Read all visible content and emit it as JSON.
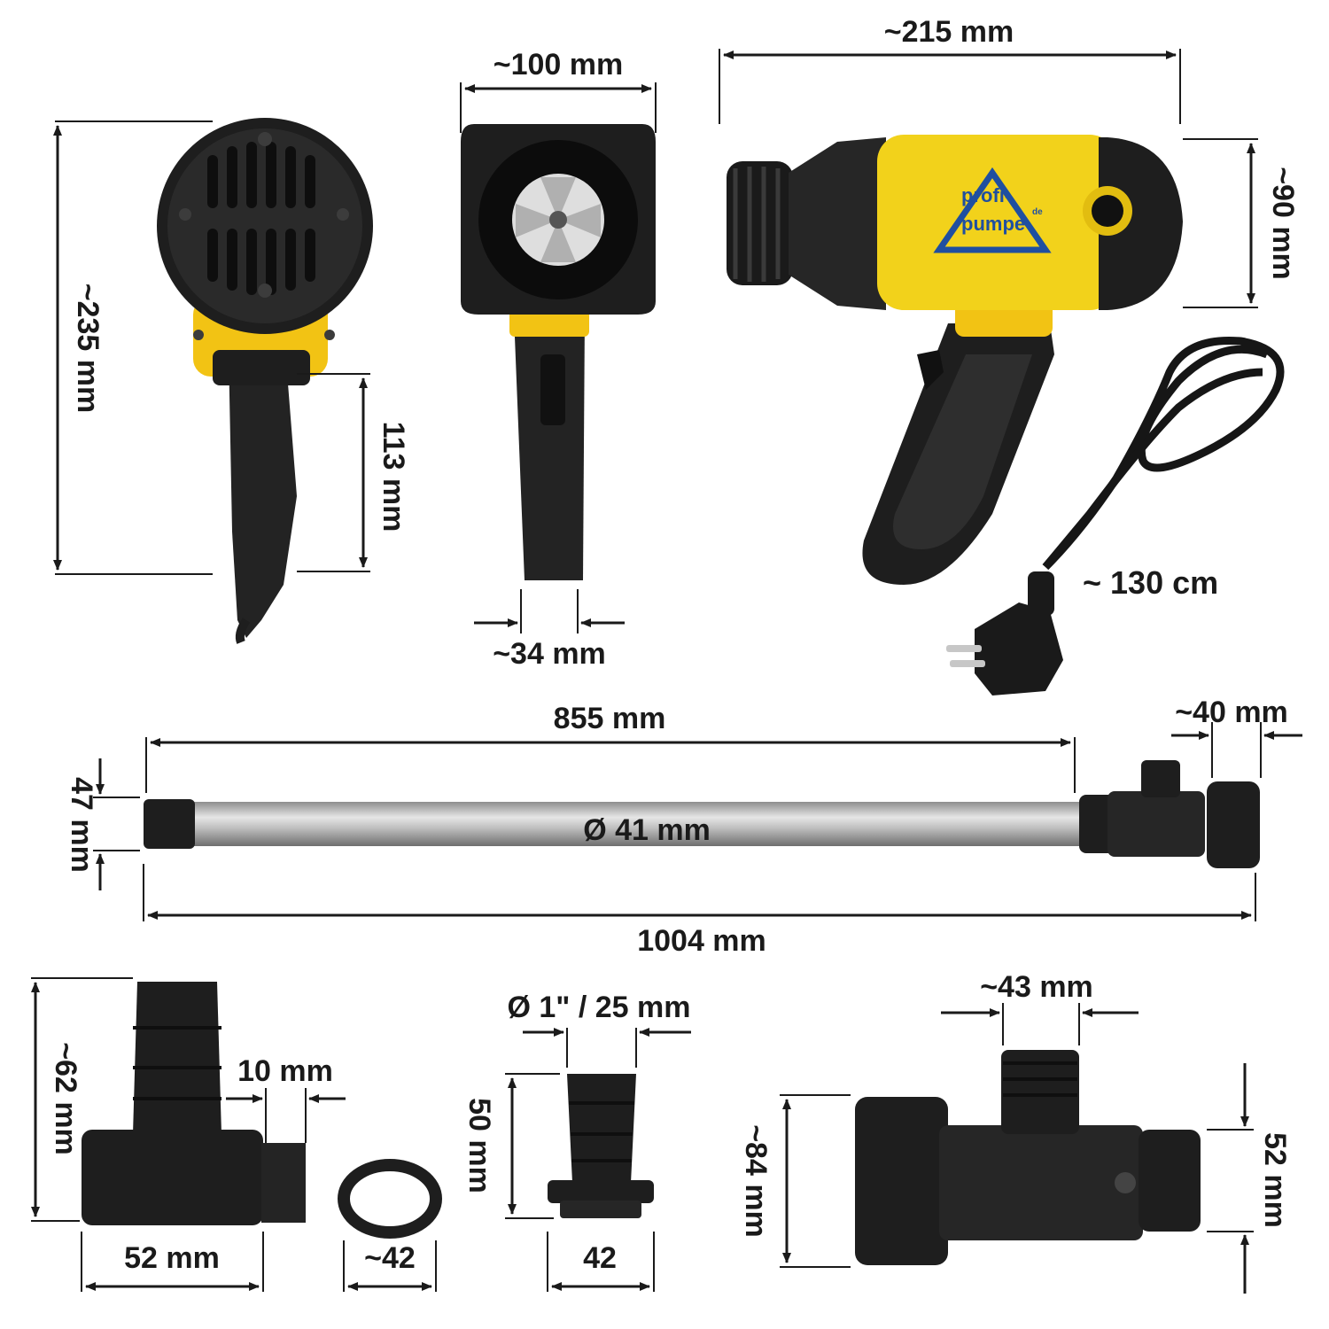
{
  "colors": {
    "body_yellow": "#f2d21b",
    "body_black": "#1e1e1e",
    "dim_line": "#1a1a1a",
    "tube_silver": "#c8c8c8"
  },
  "brand": {
    "line1": "profi-",
    "line2": "pumpe",
    "suffix": "de"
  },
  "dimensions": {
    "rear_height": "~235 mm",
    "rear_grip": "113 mm",
    "front_width": "~100 mm",
    "front_grip_width": "~34 mm",
    "side_length": "~215 mm",
    "side_height": "~90 mm",
    "cable_length": "~ 130 cm",
    "tube_length": "855 mm",
    "tube_total": "1004 mm",
    "tube_height": "47 mm",
    "tube_diameter": "Ø 41 mm",
    "tee_width": "~40 mm",
    "adapter_height": "~62 mm",
    "adapter_base": "52 mm",
    "adapter_offset": "10 mm",
    "ring": "~42",
    "nozzle_diameter": "Ø 1\" / 25 mm",
    "nozzle_height": "50 mm",
    "nozzle_base": "42",
    "valve_width": "~43 mm",
    "valve_height": "~84 mm",
    "valve_outlet": "52 mm"
  }
}
